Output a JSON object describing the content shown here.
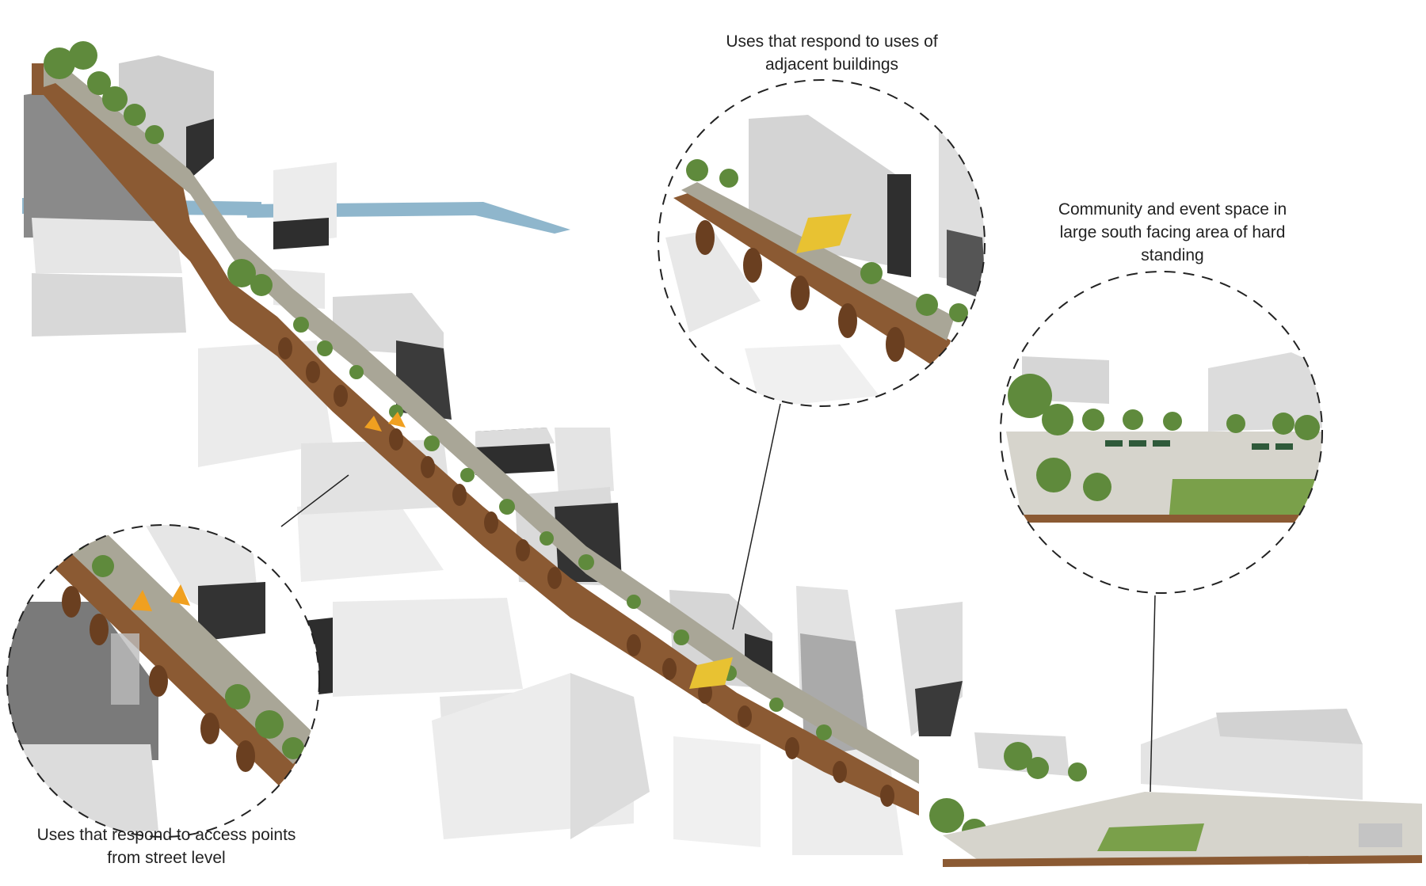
{
  "callouts": {
    "access_points": {
      "line1": "Uses that respond to access points",
      "line2": "from street level"
    },
    "adjacent_buildings": {
      "line1": "Uses that respond to uses of",
      "line2": "adjacent buildings"
    },
    "community_space": {
      "line1": "Community and event space in",
      "line2": "large south facing area of hard",
      "line3": "standing"
    }
  },
  "colors": {
    "viaduct_brick": "#8b5a33",
    "greenery": "#5f8a3c",
    "river": "#8fb6cc",
    "building_light": "#e8e8e8",
    "building_dark": "#3a3a3a",
    "canopy": "#e8c232",
    "lawn": "#7aa04a"
  }
}
